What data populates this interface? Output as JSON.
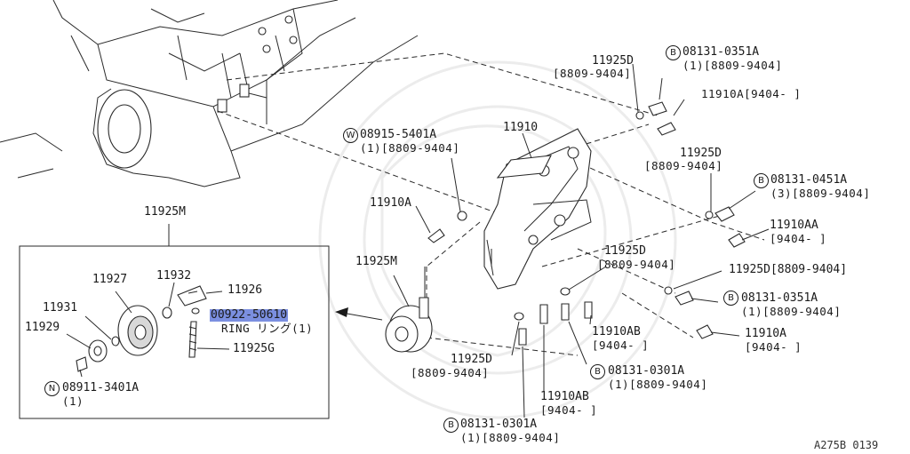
{
  "diagram": {
    "figure_code": "A275B 0139",
    "labels": {
      "top_11925D": "11925D",
      "top_11925D_range": "[8809-9404]",
      "top_bolt_code": "08131-0351A",
      "top_bolt_range": "(1)[8809-9404]",
      "top_11910A": "11910A[9404-    ]",
      "bracket_11910": "11910",
      "washer_code": "08915-5401A",
      "washer_range": "(1)[8809-9404]",
      "right_11925D": "11925D",
      "right_11925D_range": "[8809-9404]",
      "right_bolt_code": "08131-0451A",
      "right_bolt_range": "(3)[8809-9404]",
      "right_11910AA": "11910AA",
      "right_11910AA_range": "[9404-    ]",
      "left_11910A": "11910A",
      "mid_11925D": "11925D",
      "mid_11925D_range": "[8809-9404]",
      "far_11925D": "11925D[8809-9404]",
      "far_bolt_code": "08131-0351A",
      "far_bolt_range": "(1)[8809-9404]",
      "far_11910A": "11910A",
      "far_11910A_range": "[9404-    ]",
      "pulley_11925M": "11925M",
      "box_title_11925M": "11925M",
      "p11927": "11927",
      "p11932": "11932",
      "p11926": "11926",
      "p11931": "11931",
      "p11929": "11929",
      "ring_code": "00922-50610",
      "ring_desc": "RING リング(1)",
      "p11925G": "11925G",
      "nut_code": "08911-3401A",
      "nut_qty": "(1)",
      "low_11925D": "11925D",
      "low_11925D_range": "[8809-9404]",
      "low_11910AB": "11910AB",
      "low_11910AB_range": "[9404-    ]",
      "low_bolt_code": "08131-0301A",
      "low_bolt_range": "(1)[8809-9404]",
      "bot_11910AB": "11910AB",
      "bot_11910AB_range": "[9404-    ]",
      "bot_bolt_code": "08131-0301A",
      "bot_bolt_range": "(1)[8809-9404]"
    },
    "symbols": {
      "B": "B",
      "W": "W",
      "N": "N"
    },
    "highlight_color": "#7b8fe0"
  }
}
